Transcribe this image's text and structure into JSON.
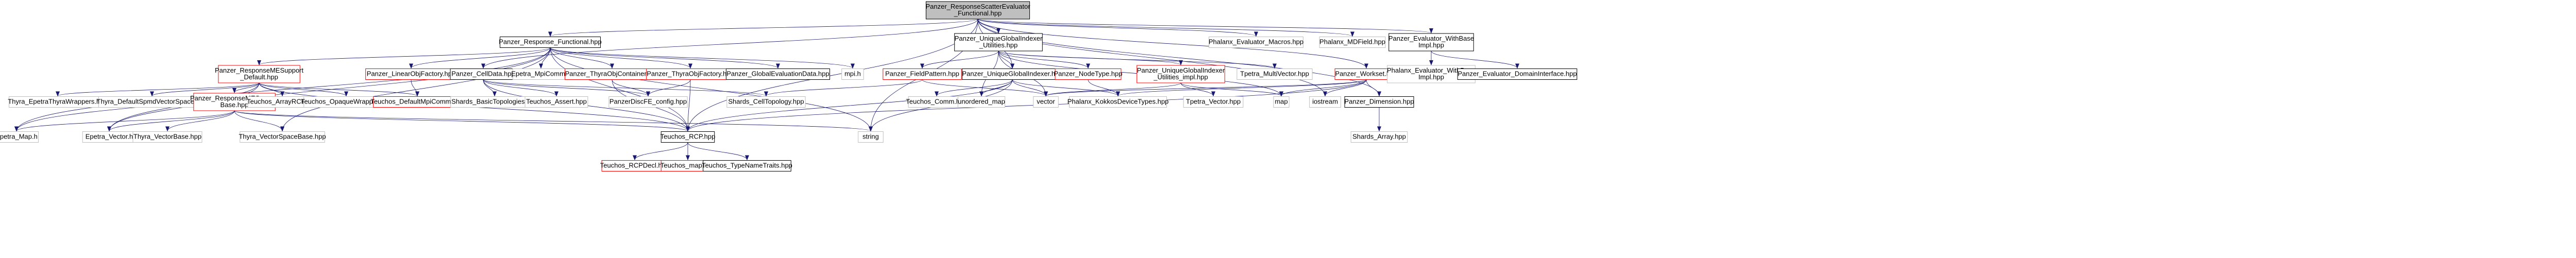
{
  "graph": {
    "nodes": [
      {
        "id": "root",
        "lines": [
          "Panzer_ResponseScatterEvaluator",
          "_Functional.hpp"
        ],
        "style": "root"
      },
      {
        "id": "resp_functional",
        "lines": [
          "Panzer_Response_Functional.hpp"
        ],
        "style": "normal"
      },
      {
        "id": "phalanx_macros",
        "lines": [
          "Phalanx_Evaluator_Macros.hpp"
        ],
        "style": "external"
      },
      {
        "id": "phalanx_mdfield",
        "lines": [
          "Phalanx_MDField.hpp"
        ],
        "style": "external"
      },
      {
        "id": "evaluator_withbase",
        "lines": [
          "Panzer_Evaluator_WithBase",
          "Impl.hpp"
        ],
        "style": "normal"
      },
      {
        "id": "unique_utilities",
        "lines": [
          "Panzer_UniqueGlobalIndexer",
          "_Utilities.hpp"
        ],
        "style": "normal"
      },
      {
        "id": "resp_me_default",
        "lines": [
          "Panzer_ResponseMESupport",
          "_Default.hpp"
        ],
        "style": "red"
      },
      {
        "id": "linear_obj_factory",
        "lines": [
          "Panzer_LinearObjFactory.hpp"
        ],
        "style": "red"
      },
      {
        "id": "cell_data",
        "lines": [
          "Panzer_CellData.hpp"
        ],
        "style": "normal"
      },
      {
        "id": "epetra_mpicomm",
        "lines": [
          "Epetra_MpiComm.h"
        ],
        "style": "external"
      },
      {
        "id": "thyra_obj_container",
        "lines": [
          "Panzer_ThyraObjContainer.hpp"
        ],
        "style": "red"
      },
      {
        "id": "thyra_obj_factory",
        "lines": [
          "Panzer_ThyraObjFactory.hpp"
        ],
        "style": "red"
      },
      {
        "id": "global_eval_data",
        "lines": [
          "Panzer_GlobalEvaluationData.hpp"
        ],
        "style": "normal"
      },
      {
        "id": "mpi_h",
        "lines": [
          "mpi.h"
        ],
        "style": "external"
      },
      {
        "id": "field_pattern",
        "lines": [
          "Panzer_FieldPattern.hpp"
        ],
        "style": "red"
      },
      {
        "id": "unique_indexer",
        "lines": [
          "Panzer_UniqueGlobalIndexer.hpp"
        ],
        "style": "normal"
      },
      {
        "id": "node_type",
        "lines": [
          "Panzer_NodeType.hpp"
        ],
        "style": "red"
      },
      {
        "id": "unique_utilities_impl",
        "lines": [
          "Panzer_UniqueGlobalIndexer",
          "_Utilities_impl.hpp"
        ],
        "style": "red"
      },
      {
        "id": "tpetra_multivector",
        "lines": [
          "Tpetra_MultiVector.hpp"
        ],
        "style": "external"
      },
      {
        "id": "workset",
        "lines": [
          "Panzer_Workset.hpp"
        ],
        "style": "red"
      },
      {
        "id": "phalanx_evaluator_withbase",
        "lines": [
          "Phalanx_Evaluator_WithBase",
          "Impl.hpp"
        ],
        "style": "external"
      },
      {
        "id": "evaluator_domain",
        "lines": [
          "Panzer_Evaluator_DomainInterface.hpp"
        ],
        "style": "normal"
      },
      {
        "id": "thyra_spmd_wrappers",
        "lines": [
          "Thyra_EpetraThyraWrappers.hpp"
        ],
        "style": "external"
      },
      {
        "id": "thyra_default_spmd",
        "lines": [
          "Thyra_DefaultSpmdVectorSpace.hpp"
        ],
        "style": "external"
      },
      {
        "id": "resp_me_base",
        "lines": [
          "Panzer_ResponseMESupport",
          "Base.hpp"
        ],
        "style": "red"
      },
      {
        "id": "teuchos_arrayrcp",
        "lines": [
          "Teuchos_ArrayRCP.hpp"
        ],
        "style": "external"
      },
      {
        "id": "teuchos_opaque",
        "lines": [
          "Teuchos_OpaqueWrapper.hpp"
        ],
        "style": "external"
      },
      {
        "id": "teuchos_default_mpi",
        "lines": [
          "Teuchos_DefaultMpiComm.hpp"
        ],
        "style": "red"
      },
      {
        "id": "shards_basic_topo",
        "lines": [
          "Shards_BasicTopologies.hpp"
        ],
        "style": "external"
      },
      {
        "id": "teuchos_assert",
        "lines": [
          "Teuchos_Assert.hpp"
        ],
        "style": "external"
      },
      {
        "id": "panzer_config",
        "lines": [
          "PanzerDiscFE_config.hpp"
        ],
        "style": "external"
      },
      {
        "id": "shards_cell_topo",
        "lines": [
          "Shards_CellTopology.hpp"
        ],
        "style": "external"
      },
      {
        "id": "teuchos_comm",
        "lines": [
          "Teuchos_Comm.hpp"
        ],
        "style": "external"
      },
      {
        "id": "unordered_map",
        "lines": [
          "unordered_map"
        ],
        "style": "external"
      },
      {
        "id": "vector",
        "lines": [
          "vector"
        ],
        "style": "external"
      },
      {
        "id": "phalanx_kokkos",
        "lines": [
          "Phalanx_KokkosDeviceTypes.hpp"
        ],
        "style": "external"
      },
      {
        "id": "tpetra_vector",
        "lines": [
          "Tpetra_Vector.hpp"
        ],
        "style": "external"
      },
      {
        "id": "map",
        "lines": [
          "map"
        ],
        "style": "external"
      },
      {
        "id": "iostream",
        "lines": [
          "iostream"
        ],
        "style": "external"
      },
      {
        "id": "dimension",
        "lines": [
          "Panzer_Dimension.hpp"
        ],
        "style": "normal"
      },
      {
        "id": "epetra_map",
        "lines": [
          "Epetra_Map.h"
        ],
        "style": "external"
      },
      {
        "id": "epetra_vector",
        "lines": [
          "Epetra_Vector.h"
        ],
        "style": "external"
      },
      {
        "id": "thyra_vectorbase",
        "lines": [
          "Thyra_VectorBase.hpp"
        ],
        "style": "external"
      },
      {
        "id": "thyra_vectorspacebase",
        "lines": [
          "Thyra_VectorSpaceBase.hpp"
        ],
        "style": "external"
      },
      {
        "id": "string",
        "lines": [
          "string"
        ],
        "style": "external"
      },
      {
        "id": "teuchos_rcp",
        "lines": [
          "Teuchos_RCP.hpp"
        ],
        "style": "normal"
      },
      {
        "id": "shards_array",
        "lines": [
          "Shards_Array.hpp"
        ],
        "style": "external"
      },
      {
        "id": "teuchos_rcpdecl",
        "lines": [
          "Teuchos_RCPDecl.hpp"
        ],
        "style": "red"
      },
      {
        "id": "teuchos_map",
        "lines": [
          "Teuchos_map.hpp"
        ],
        "style": "red"
      },
      {
        "id": "teuchos_typename",
        "lines": [
          "Teuchos_TypeNameTraits.hpp"
        ],
        "style": "normal"
      }
    ],
    "edges": [
      [
        "root",
        "resp_functional"
      ],
      [
        "root",
        "phalanx_macros"
      ],
      [
        "root",
        "phalanx_mdfield"
      ],
      [
        "root",
        "evaluator_withbase"
      ],
      [
        "root",
        "unique_utilities"
      ],
      [
        "root",
        "cell_data"
      ],
      [
        "root",
        "workset"
      ],
      [
        "root",
        "unique_indexer"
      ],
      [
        "root",
        "dimension"
      ],
      [
        "root",
        "string"
      ],
      [
        "root",
        "iostream"
      ],
      [
        "root",
        "teuchos_rcp"
      ],
      [
        "resp_functional",
        "resp_me_default"
      ],
      [
        "resp_functional",
        "linear_obj_factory"
      ],
      [
        "resp_functional",
        "epetra_mpicomm"
      ],
      [
        "resp_functional",
        "thyra_obj_container"
      ],
      [
        "resp_functional",
        "thyra_obj_factory"
      ],
      [
        "resp_functional",
        "global_eval_data"
      ],
      [
        "resp_functional",
        "mpi_h"
      ],
      [
        "resp_functional",
        "teuchos_rcp"
      ],
      [
        "resp_functional",
        "string"
      ],
      [
        "resp_functional",
        "epetra_map"
      ],
      [
        "resp_functional",
        "epetra_vector"
      ],
      [
        "resp_functional",
        "thyra_vectorspacebase"
      ],
      [
        "evaluator_withbase",
        "phalanx_evaluator_withbase"
      ],
      [
        "evaluator_withbase",
        "evaluator_domain"
      ],
      [
        "unique_utilities",
        "field_pattern"
      ],
      [
        "unique_utilities",
        "unique_indexer"
      ],
      [
        "unique_utilities",
        "node_type"
      ],
      [
        "unique_utilities",
        "unique_utilities_impl"
      ],
      [
        "unique_utilities",
        "tpetra_multivector"
      ],
      [
        "unique_utilities",
        "vector"
      ],
      [
        "unique_utilities",
        "map"
      ],
      [
        "unique_utilities",
        "unordered_map"
      ],
      [
        "resp_me_default",
        "resp_me_base"
      ],
      [
        "resp_me_default",
        "thyra_spmd_wrappers"
      ],
      [
        "resp_me_default",
        "thyra_default_spmd"
      ],
      [
        "resp_me_default",
        "teuchos_arrayrcp"
      ],
      [
        "resp_me_default",
        "teuchos_opaque"
      ],
      [
        "resp_me_default",
        "teuchos_default_mpi"
      ],
      [
        "resp_me_default",
        "epetra_map"
      ],
      [
        "resp_me_default",
        "epetra_vector"
      ],
      [
        "resp_me_default",
        "teuchos_rcp"
      ],
      [
        "linear_obj_factory",
        "teuchos_default_mpi"
      ],
      [
        "cell_data",
        "shards_basic_topo"
      ],
      [
        "cell_data",
        "teuchos_assert"
      ],
      [
        "cell_data",
        "panzer_config"
      ],
      [
        "cell_data",
        "shards_cell_topo"
      ],
      [
        "cell_data",
        "teuchos_rcp"
      ],
      [
        "thyra_obj_container",
        "panzer_config"
      ],
      [
        "thyra_obj_container",
        "teuchos_rcp"
      ],
      [
        "thyra_obj_factory",
        "panzer_config"
      ],
      [
        "thyra_obj_factory",
        "teuchos_rcp"
      ],
      [
        "field_pattern",
        "shards_cell_topo"
      ],
      [
        "field_pattern",
        "vector"
      ],
      [
        "unique_indexer",
        "teuchos_comm"
      ],
      [
        "unique_indexer",
        "unordered_map"
      ],
      [
        "unique_indexer",
        "vector"
      ],
      [
        "unique_indexer",
        "phalanx_kokkos"
      ],
      [
        "unique_indexer",
        "string"
      ],
      [
        "unique_indexer",
        "teuchos_rcp"
      ],
      [
        "node_type",
        "phalanx_kokkos"
      ],
      [
        "unique_utilities_impl",
        "tpetra_vector"
      ],
      [
        "unique_utilities_impl",
        "map"
      ],
      [
        "unique_utilities_impl",
        "vector"
      ],
      [
        "workset",
        "phalanx_kokkos"
      ],
      [
        "workset",
        "vector"
      ],
      [
        "workset",
        "map"
      ],
      [
        "workset",
        "iostream"
      ],
      [
        "workset",
        "dimension"
      ],
      [
        "workset",
        "teuchos_rcp"
      ],
      [
        "dimension",
        "shards_array"
      ],
      [
        "resp_me_base",
        "thyra_vectorbase"
      ],
      [
        "resp_me_base",
        "thyra_vectorspacebase"
      ],
      [
        "resp_me_base",
        "epetra_map"
      ],
      [
        "resp_me_base",
        "epetra_vector"
      ],
      [
        "resp_me_base",
        "string"
      ],
      [
        "resp_me_base",
        "teuchos_rcp"
      ],
      [
        "teuchos_rcp",
        "teuchos_rcpdecl"
      ],
      [
        "teuchos_rcp",
        "teuchos_map"
      ],
      [
        "teuchos_rcp",
        "teuchos_typename"
      ]
    ]
  }
}
